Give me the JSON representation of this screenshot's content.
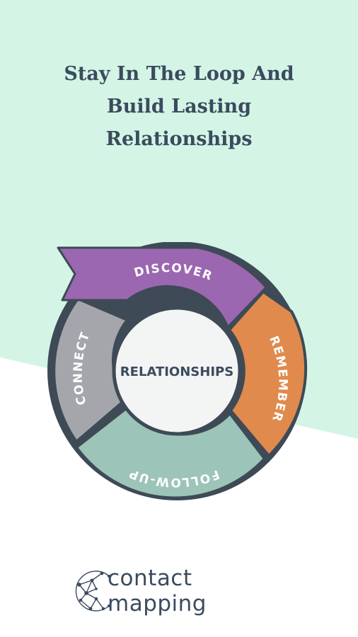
{
  "headline": {
    "line1": "Stay In The Loop And",
    "line2": "Build Lasting",
    "line3": "Relationships"
  },
  "cycle": {
    "center": "RELATIONSHIPS",
    "segments": {
      "discover": "DISCOVER",
      "remember": "REMEMBER",
      "follow_up": "FOLLOW-UP",
      "connect": "CONNECT"
    }
  },
  "brand": {
    "name": "contact mapping",
    "logo_icon": "network-c-logo-icon"
  },
  "colors": {
    "mint_background": "#d4f5e5",
    "heading_text": "#3b4b5e",
    "ring_dark": "#3e4a56",
    "discover": "#9b67b0",
    "remember": "#e08a4d",
    "follow_up": "#9cc4b8",
    "connect": "#a4a6ab",
    "center_fill": "#f3f4f4"
  }
}
